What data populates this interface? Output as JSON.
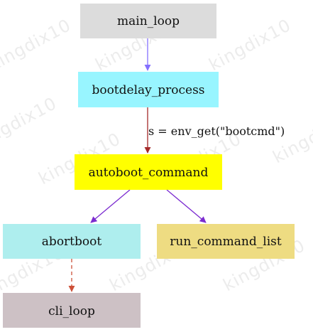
{
  "diagram": {
    "nodes": [
      {
        "id": "main_loop",
        "label": "main_loop",
        "fill": "#dcdcdc"
      },
      {
        "id": "bootdelay_process",
        "label": "bootdelay_process",
        "fill": "#98f5ff"
      },
      {
        "id": "autoboot_command",
        "label": "autoboot_command",
        "fill": "#ffff00"
      },
      {
        "id": "abortboot",
        "label": "abortboot",
        "fill": "#aeeeee"
      },
      {
        "id": "run_command_list",
        "label": "run_command_list",
        "fill": "#eedc82"
      },
      {
        "id": "cli_loop",
        "label": "cli_loop",
        "fill": "#cdc1c5"
      }
    ],
    "edges": [
      {
        "from": "main_loop",
        "to": "bootdelay_process",
        "color": "#8470ff",
        "style": "solid",
        "label": ""
      },
      {
        "from": "bootdelay_process",
        "to": "autoboot_command",
        "color": "#a52a2a",
        "style": "solid",
        "label": "s = env_get(\"bootcmd\")"
      },
      {
        "from": "autoboot_command",
        "to": "abortboot",
        "color": "#7b2bd0",
        "style": "solid",
        "label": ""
      },
      {
        "from": "autoboot_command",
        "to": "run_command_list",
        "color": "#7b2bd0",
        "style": "solid",
        "label": ""
      },
      {
        "from": "abortboot",
        "to": "cli_loop",
        "color": "#cd5038",
        "style": "dashed",
        "label": ""
      }
    ]
  },
  "watermark": {
    "text": "kingdix10"
  }
}
